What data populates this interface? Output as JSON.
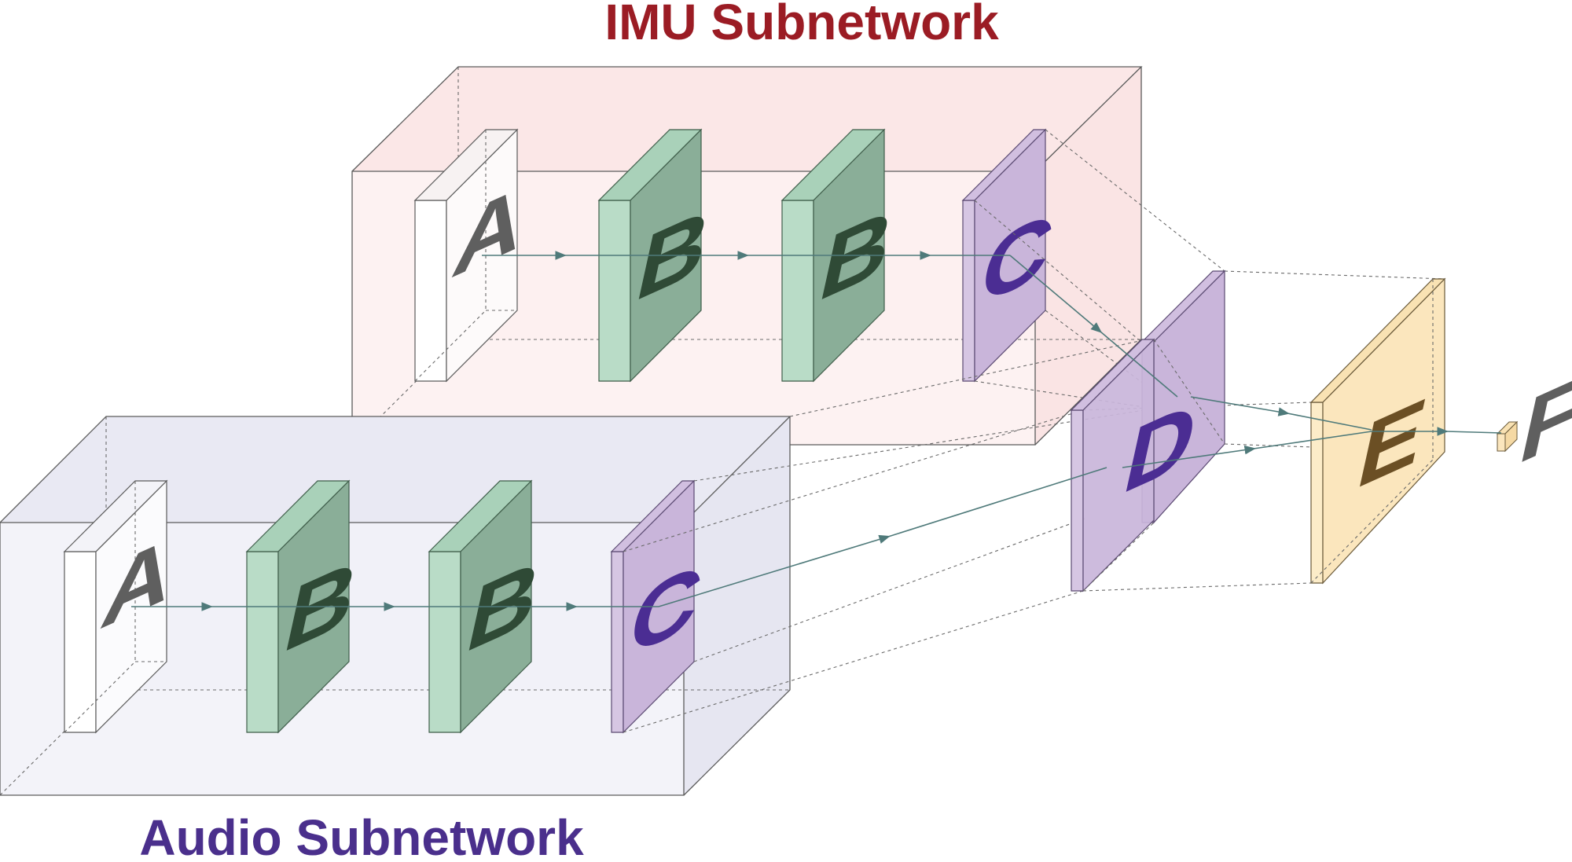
{
  "titles": {
    "imu": "IMU Subnetwork",
    "audio": "Audio Subnetwork"
  },
  "labels": {
    "A": "A",
    "B": "B",
    "C": "C",
    "D": "D",
    "E": "E",
    "F": "F"
  },
  "colors": {
    "imu_title": "#9b1c24",
    "audio_title": "#4a2f8c",
    "imu_box": "#fdeeee",
    "audio_box": "#eeeef6",
    "green_front": "#8aae98",
    "green_side": "#b9dcc7",
    "purple_face": "#c9b5da",
    "purple_letter": "#4b2d93",
    "yellow_face": "#fbe6bd",
    "letter_gray": "#5f5f5f",
    "letter_dark": "#2f4a36",
    "letter_brown": "#6b4f24",
    "arrow": "#4f7a7a"
  }
}
